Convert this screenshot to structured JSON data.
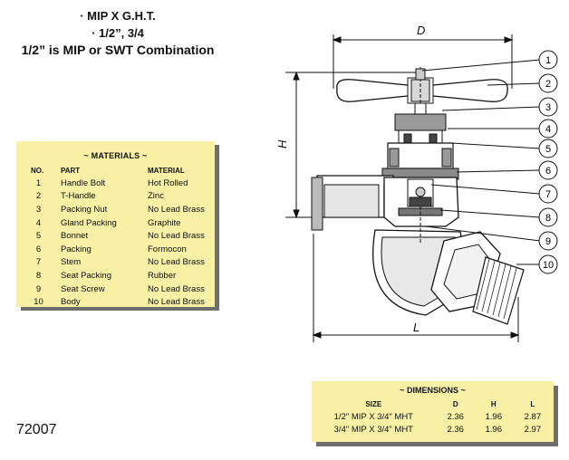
{
  "header": {
    "line1": "· MIP X G.H.T.",
    "line2": "· 1/2”, 3/4",
    "line3": "1/2” is MIP or SWT Combination"
  },
  "materials": {
    "title": "~ MATERIALS ~",
    "columns": [
      "NO.",
      "PART",
      "MATERIAL"
    ],
    "rows": [
      {
        "no": "1",
        "part": "Handle Bolt",
        "material": "Hot Rolled"
      },
      {
        "no": "2",
        "part": "T-Handle",
        "material": "Zinc"
      },
      {
        "no": "3",
        "part": "Packing Nut",
        "material": "No Lead Brass"
      },
      {
        "no": "4",
        "part": "Gland Packing",
        "material": "Graphite"
      },
      {
        "no": "5",
        "part": "Bonnet",
        "material": "No Lead Brass"
      },
      {
        "no": "6",
        "part": "Packing",
        "material": "Formocon"
      },
      {
        "no": "7",
        "part": "Stem",
        "material": "No Lead Brass"
      },
      {
        "no": "8",
        "part": "Seat Packing",
        "material": "Rubber"
      },
      {
        "no": "9",
        "part": "Seat Screw",
        "material": "No Lead Brass"
      },
      {
        "no": "10",
        "part": "Body",
        "material": "No Lead Brass"
      }
    ]
  },
  "dimensions": {
    "title": "~ DIMENSIONS ~",
    "columns": [
      "SIZE",
      "D",
      "H",
      "L"
    ],
    "rows": [
      {
        "size": "1/2\" MIP X 3/4\" MHT",
        "d": "2.36",
        "h": "1.96",
        "l": "2.87"
      },
      {
        "size": "3/4\" MIP X 3/4\" MHT",
        "d": "2.36",
        "h": "1.96",
        "l": "2.97"
      }
    ]
  },
  "model_number": "72007",
  "drawing": {
    "dim_labels": {
      "d": "D",
      "h": "H",
      "l": "L"
    },
    "callouts": [
      "1",
      "2",
      "3",
      "4",
      "5",
      "6",
      "7",
      "8",
      "9",
      "10"
    ]
  },
  "colors": {
    "panel": "#f7f0a5",
    "shadow": "#6e6e6e",
    "line": "#111111"
  }
}
